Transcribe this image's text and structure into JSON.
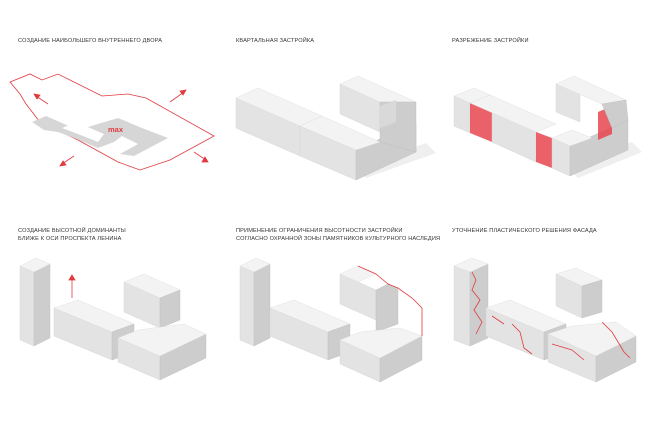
{
  "panels": {
    "p1": {
      "caption": [
        "СОЗДАНИЕ НАИБОЛЬШЕГО ВНУТРЕННЕГО ДВОРА"
      ],
      "label": "max"
    },
    "p2": {
      "caption": [
        "КВАРТАЛЬНАЯ ЗАСТРОЙКА"
      ]
    },
    "p3": {
      "caption": [
        "РАЗРЕЖЕНИЕ ЗАСТРОЙКИ"
      ]
    },
    "p4": {
      "caption": [
        "СОЗДАНИЕ ВЫСОТНОЙ ДОМИНАНТЫ",
        "БЛИЖЕ К ОСИ ПРОСПЕКТА ЛЕНИНА"
      ]
    },
    "p5": {
      "caption": [
        "ПРИМЕНЕНИЕ ОГРАНИЧЕНИЯ ВЫСОТНОСТИ ЗАСТРОЙКИ",
        "СОГЛАСНО ОХРАННОЙ ЗОНЫ ПАМЯТНИКОВ КУЛЬТУРНОГО НАСЛЕДИЯ"
      ]
    },
    "p6": {
      "caption": [
        "УТОЧНЕНИЕ ПЛАСТИЧЕСКОГО РЕШЕНИЯ ФАСАДА"
      ]
    }
  },
  "colors": {
    "accent": "#e03b3f",
    "block_top": "#f3f3f3",
    "block_left": "#e3e3e3",
    "block_right": "#cdcdcd"
  }
}
